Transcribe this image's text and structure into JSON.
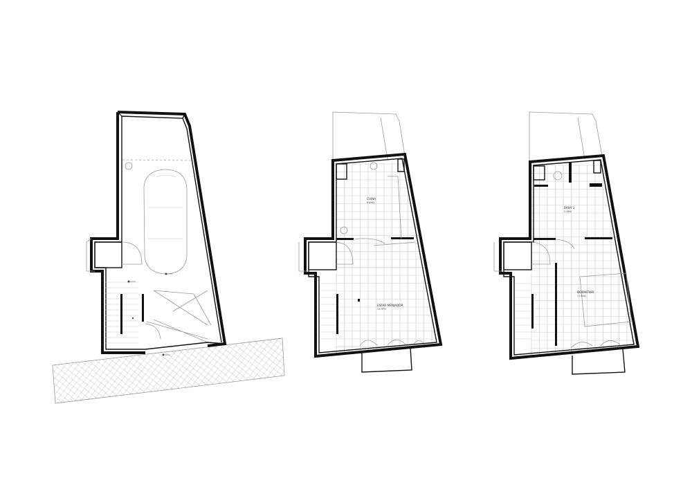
{
  "plans": [
    {
      "id": "ground",
      "labels": {
        "a": "",
        "b": "",
        "c": "",
        "d": ""
      }
    },
    {
      "id": "first",
      "rooms": [
        {
          "name": "CUINA",
          "area": "6.8982"
        },
        {
          "name": "ESTAR-MENJADOR",
          "area": "13.7271"
        }
      ]
    },
    {
      "id": "second",
      "rooms": [
        {
          "name": "BANY 1",
          "area": "5.4900"
        },
        {
          "name": "DORMITORI",
          "area": "11.5500"
        }
      ]
    }
  ]
}
